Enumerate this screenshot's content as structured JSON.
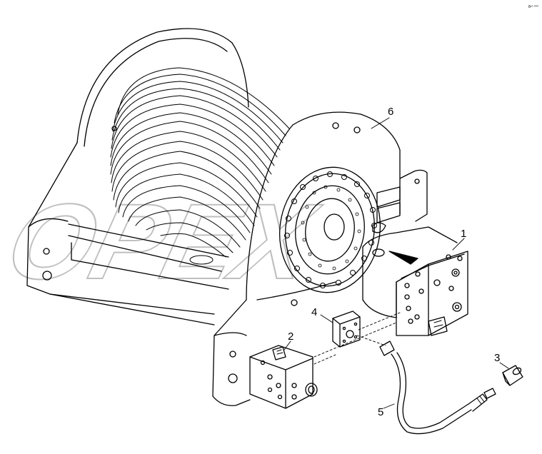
{
  "figure": {
    "corner_mark": "8¹⁰ ⁰⁰⁰",
    "watermark": "OPEX"
  },
  "callouts": [
    {
      "id": "1",
      "label": "1",
      "part": "hydraulic motor with valve block"
    },
    {
      "id": "2",
      "label": "2",
      "part": "valve block"
    },
    {
      "id": "3",
      "label": "3",
      "part": "adapter fitting"
    },
    {
      "id": "4",
      "label": "4",
      "part": "flange plate"
    },
    {
      "id": "5",
      "label": "5",
      "part": "hydraulic hose"
    },
    {
      "id": "6",
      "label": "6",
      "part": "winch drum with rope"
    }
  ]
}
